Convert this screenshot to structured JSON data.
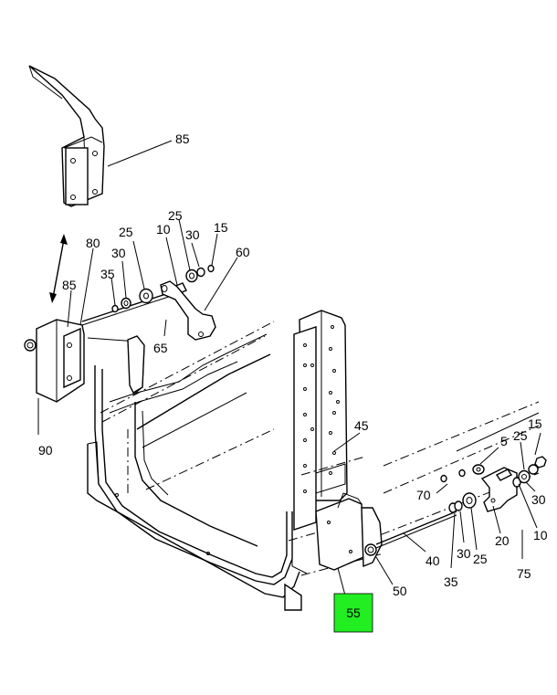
{
  "diagram": {
    "callouts": {
      "c85_top": "85",
      "c80": "80",
      "c85_left": "85",
      "c35_left": "35",
      "c30_left": "30",
      "c25_left": "25",
      "c10_top": "10",
      "c25_top": "25",
      "c30_top": "30",
      "c15_top": "15",
      "c60": "60",
      "c65": "65",
      "c90": "90",
      "c45": "45",
      "c5": "5",
      "c15_right": "15",
      "c25_right": "25",
      "c70": "70",
      "c30_right": "30",
      "c10_right": "10",
      "c25_lower": "25",
      "c20": "20",
      "c40": "40",
      "c30_lower": "30",
      "c35_lower": "35",
      "c50": "50",
      "c75": "75"
    },
    "highlight": {
      "label": "55",
      "color": "#22ee22"
    }
  }
}
